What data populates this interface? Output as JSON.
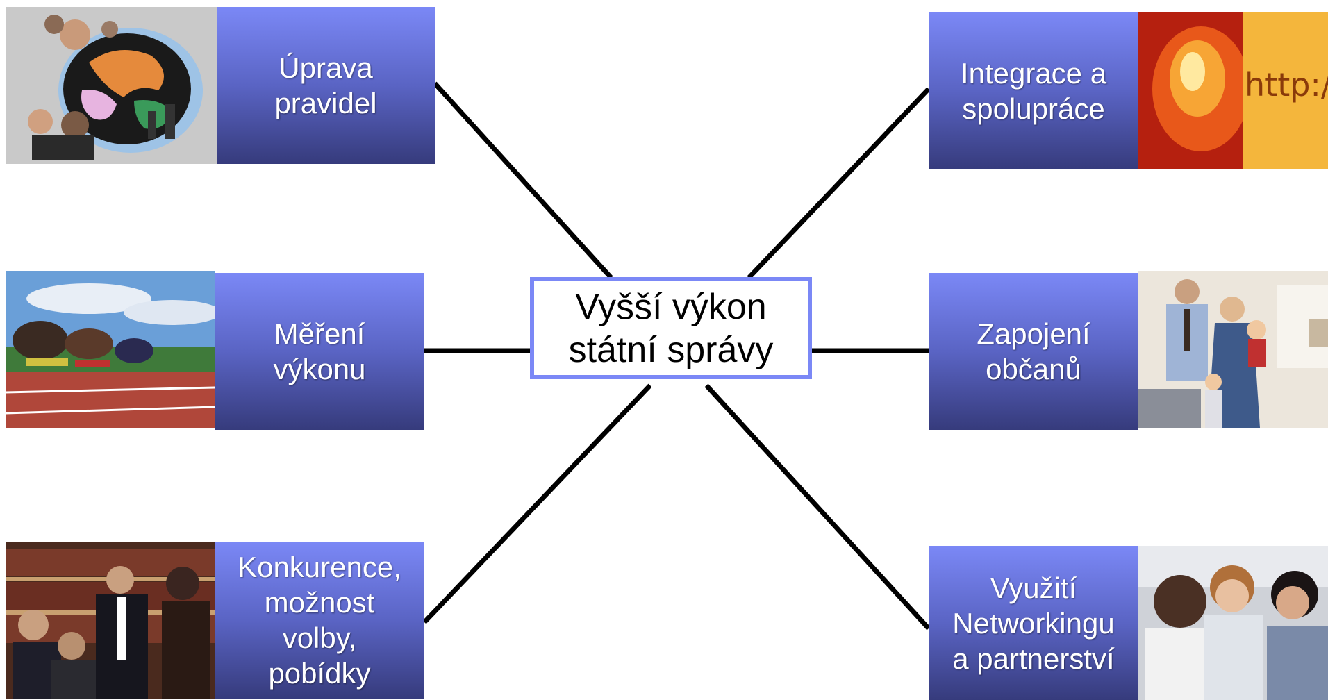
{
  "center": {
    "title": "Vyšší výkon\nstátní správy"
  },
  "nodes": [
    {
      "label": "Úprava\npravidel",
      "photo": "globe-with-people"
    },
    {
      "label": "Měření\nvýkonu",
      "photo": "sprinters-on-track"
    },
    {
      "label": "Konkurence,\nmožnost\nvolby,\npobídky",
      "photo": "business-people-in-library"
    },
    {
      "label": "Integrace a\nspolupráce",
      "photo": "hand-mouse-http"
    },
    {
      "label": "Zapojení\nobčanů",
      "photo": "family-at-computer"
    },
    {
      "label": "Využití\nNetworkingu\na partnerství",
      "photo": "colleagues-at-laptop"
    }
  ],
  "colors": {
    "box_top": "#7b88f6",
    "box_bottom": "#363b7c",
    "border": "#7b88f6",
    "line": "#000000"
  }
}
